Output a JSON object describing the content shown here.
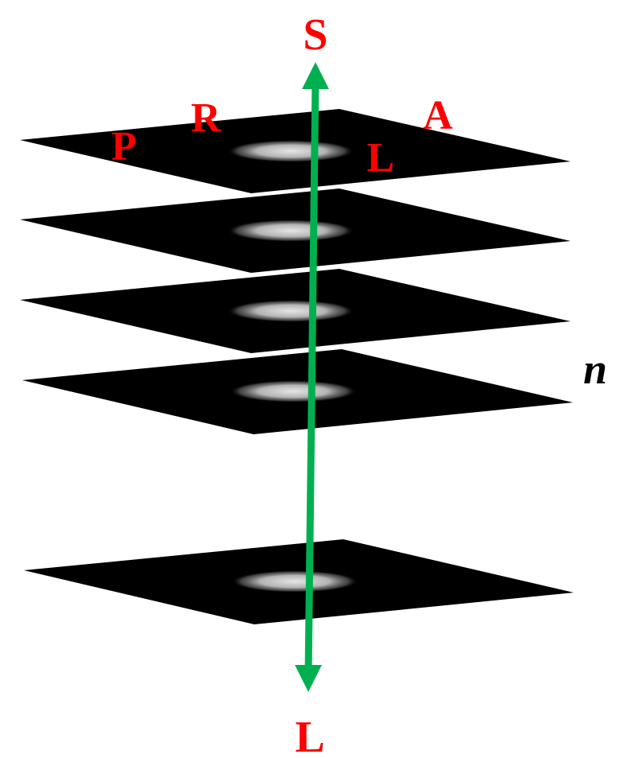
{
  "labels": {
    "superior": "S",
    "inferior": "L",
    "posterior": "P",
    "right": "R",
    "anterior": "A",
    "left": "L",
    "slice_count": "n"
  },
  "colors": {
    "label": "#ff0000",
    "axis_arrow": "#00b050",
    "slice_plane": "#000000",
    "slice_content": "#d9d9d9",
    "n_label": "#000000"
  },
  "slice_planes": 5
}
